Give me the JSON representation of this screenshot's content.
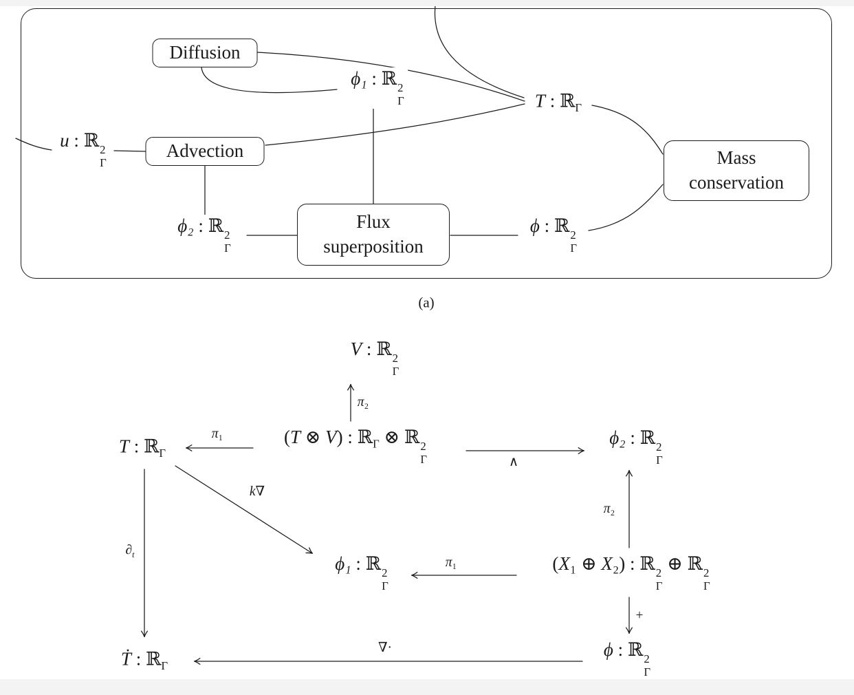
{
  "colors": {
    "ink": "#1b1b1b",
    "page_bg": "#ffffff",
    "strip_bg": "#f3f3f4"
  },
  "caption_a": "(a)",
  "panel_a": {
    "boxes": {
      "diffusion": "Diffusion",
      "advection": "Advection",
      "flux_line1": "Flux",
      "flux_line2": "superposition",
      "mass_line1": "Mass",
      "mass_line2": "conservation"
    },
    "nodes": {
      "u": [
        {
          "txt": "u",
          "i": 1
        },
        {
          "txt": " : "
        },
        {
          "txt": "ℝ"
        },
        {
          "sup": "2",
          "sub": "Γ"
        }
      ],
      "phi1": [
        {
          "txt": "ϕ",
          "i": 1
        },
        {
          "txt": "₁",
          "i": 1
        },
        {
          "txt": " : "
        },
        {
          "txt": "ℝ"
        },
        {
          "sup": "2",
          "sub": "Γ"
        }
      ],
      "T": [
        {
          "txt": "T",
          "i": 1
        },
        {
          "txt": " : "
        },
        {
          "txt": "ℝ"
        },
        {
          "sub": "Γ"
        }
      ],
      "phi2": [
        {
          "txt": "ϕ",
          "i": 1
        },
        {
          "txt": "₂",
          "i": 1
        },
        {
          "txt": " : "
        },
        {
          "txt": "ℝ"
        },
        {
          "sup": "2",
          "sub": "Γ"
        }
      ],
      "phi": [
        {
          "txt": "ϕ",
          "i": 1
        },
        {
          "txt": " : "
        },
        {
          "txt": "ℝ"
        },
        {
          "sup": "2",
          "sub": "Γ"
        }
      ]
    }
  },
  "panel_b": {
    "nodes": {
      "V": [
        {
          "txt": "V",
          "i": 1
        },
        {
          "txt": " : "
        },
        {
          "txt": "ℝ"
        },
        {
          "sup": "2",
          "sub": "Γ"
        }
      ],
      "T": [
        {
          "txt": "T",
          "i": 1
        },
        {
          "txt": " : "
        },
        {
          "txt": "ℝ"
        },
        {
          "sub": "Γ"
        }
      ],
      "TV": [
        {
          "txt": "("
        },
        {
          "txt": "T",
          "i": 1
        },
        {
          "txt": " ⊗ "
        },
        {
          "txt": "V",
          "i": 1
        },
        {
          "txt": ") : "
        },
        {
          "txt": "ℝ"
        },
        {
          "sub": "Γ"
        },
        {
          "txt": " ⊗ "
        },
        {
          "txt": "ℝ"
        },
        {
          "sup": "2",
          "sub": "Γ"
        }
      ],
      "phi2": [
        {
          "txt": "ϕ",
          "i": 1
        },
        {
          "txt": "₂",
          "i": 1
        },
        {
          "txt": " : "
        },
        {
          "txt": "ℝ"
        },
        {
          "sup": "2",
          "sub": "Γ"
        }
      ],
      "phi1": [
        {
          "txt": "ϕ",
          "i": 1
        },
        {
          "txt": "₁",
          "i": 1
        },
        {
          "txt": " : "
        },
        {
          "txt": "ℝ"
        },
        {
          "sup": "2",
          "sub": "Γ"
        }
      ],
      "X12": [
        {
          "txt": "("
        },
        {
          "txt": "X",
          "i": 1
        },
        {
          "txt": "₁"
        },
        {
          "txt": " ⊕ "
        },
        {
          "txt": "X",
          "i": 1
        },
        {
          "txt": "₂"
        },
        {
          "txt": ") : "
        },
        {
          "txt": "ℝ"
        },
        {
          "sup": "2",
          "sub": "Γ"
        },
        {
          "txt": " ⊕ "
        },
        {
          "txt": "ℝ"
        },
        {
          "sup": "2",
          "sub": "Γ"
        }
      ],
      "Tdot": [
        {
          "txt": "Ṫ",
          "i": 1
        },
        {
          "txt": " : "
        },
        {
          "txt": "ℝ"
        },
        {
          "sub": "Γ"
        }
      ],
      "phi": [
        {
          "txt": "ϕ",
          "i": 1
        },
        {
          "txt": " : "
        },
        {
          "txt": "ℝ"
        },
        {
          "sup": "2",
          "sub": "Γ"
        }
      ]
    },
    "arrow_labels": {
      "pi2_top": [
        {
          "txt": "π",
          "i": 1
        },
        {
          "txt": "₂"
        }
      ],
      "pi1_left": [
        {
          "txt": "π",
          "i": 1
        },
        {
          "txt": "₁"
        }
      ],
      "wedge": [
        {
          "txt": "∧"
        }
      ],
      "k_grad": [
        {
          "txt": "k",
          "i": 1
        },
        {
          "txt": "∇"
        }
      ],
      "partial_t": [
        {
          "txt": "∂",
          "i": 1
        },
        {
          "sub": "t",
          "i": 1
        }
      ],
      "pi2_right": [
        {
          "txt": "π",
          "i": 1
        },
        {
          "txt": "₂"
        }
      ],
      "pi1_mid": [
        {
          "txt": "π",
          "i": 1
        },
        {
          "txt": "₁"
        }
      ],
      "plus": [
        {
          "txt": "+"
        }
      ],
      "divergence": [
        {
          "txt": "∇·"
        }
      ]
    }
  }
}
